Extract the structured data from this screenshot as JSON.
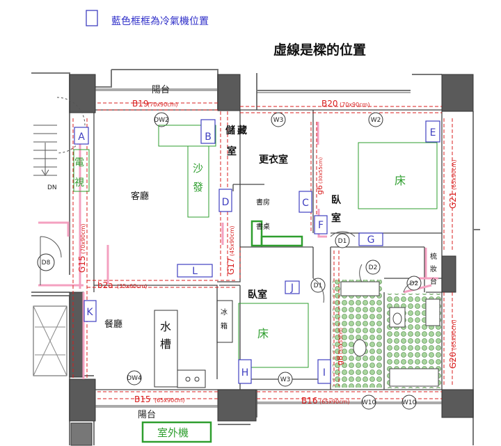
{
  "legend": {
    "text": "藍色框框為冷氣機位置"
  },
  "title": "虛線是樑的位置",
  "rooms": {
    "balcony_top": "陽台",
    "balcony_bottom": "陽台",
    "living_room": "客廳",
    "dining_room": "餐廳",
    "storage": [
      "儲",
      "藏",
      "室"
    ],
    "walk_in_closet": "更衣室",
    "study": "書房",
    "bedroom_right": [
      "臥",
      "室"
    ],
    "bedroom_center": "臥室",
    "vanity": [
      "梳",
      "妝",
      "台"
    ]
  },
  "furniture": {
    "tv": [
      "電",
      "視"
    ],
    "sofa": [
      "沙",
      "發"
    ],
    "bed_right": "床",
    "bed_center": "床",
    "desk": "書桌",
    "sink": [
      "水",
      "槽"
    ],
    "fridge": [
      "冰",
      "箱"
    ],
    "outdoor_unit": "室外機"
  },
  "ac_units": [
    "A",
    "B",
    "C",
    "D",
    "E",
    "F",
    "G",
    "H",
    "I",
    "J",
    "K",
    "L"
  ],
  "beams": {
    "B19": "B19",
    "B19_size": "(70x90cm)",
    "B20": "B20",
    "B20_size": "(70x90cm)",
    "B15": "B15",
    "B15_size": "(65x90cm)",
    "B16": "B16",
    "B16_size": "(65x90cm)",
    "b2a": "b2a",
    "b2a_size": "(35x60cm)",
    "G15": "G15",
    "G15_size": "(70x90cm)",
    "G17": "G17",
    "G17_size": "(45x90cm)",
    "G21": "G21",
    "G21_size": "(65x90cm)",
    "G20": "G20",
    "G20_size": "(65x90cm)",
    "g6": "g6",
    "g6_size": "(30x55cm)",
    "g8": "g8",
    "g8_size": "(35x55cm)"
  },
  "doors": [
    "DW2",
    "W3",
    "W2",
    "D1",
    "D2",
    "D1",
    "D2",
    "D8",
    "DW4",
    "W3",
    "W10",
    "W10"
  ],
  "stair_label": "DN",
  "colors": {
    "ac_blue": "#3f3fc0",
    "furniture_green": "#2e9e2e",
    "beam_red": "#d81c1c",
    "wall_dark": "#555555",
    "pink_wall": "#f4a0c0"
  }
}
